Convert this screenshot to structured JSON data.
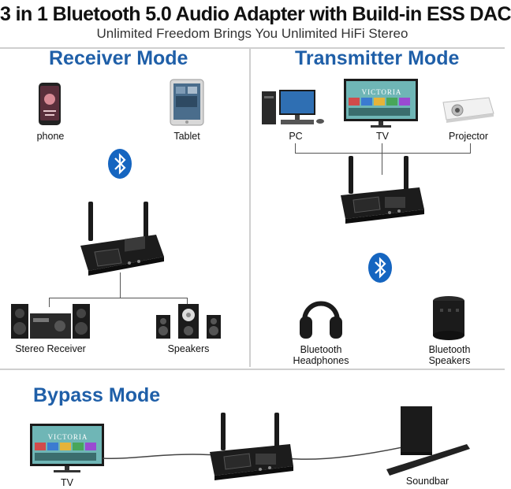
{
  "header": {
    "title": "3 in 1 Bluetooth 5.0 Audio Adapter with Build-in ESS DAC",
    "subtitle": "Unlimited Freedom Brings You Unlimited HiFi Stereo"
  },
  "receiver": {
    "title": "Receiver Mode",
    "phone_label": "phone",
    "tablet_label": "Tablet",
    "stereo_label": "Stereo Receiver",
    "speakers_label": "Speakers"
  },
  "transmitter": {
    "title": "Transmitter Mode",
    "pc_label": "PC",
    "tv_label": "TV",
    "projector_label": "Projector",
    "headphones_label_1": "Bluetooth",
    "headphones_label_2": "Headphones",
    "bt_speakers_label_1": "Bluetooth",
    "bt_speakers_label_2": "Speakers"
  },
  "bypass": {
    "title": "Bypass Mode",
    "tv_label": "TV",
    "soundbar_label": "Soundbar"
  },
  "tv_screen_text": "VICTORIA",
  "colors": {
    "accent_blue": "#1f5fa8",
    "bluetooth_blue": "#1565c0",
    "device_black": "#1c1c1c",
    "divider": "#cfcfcf"
  }
}
